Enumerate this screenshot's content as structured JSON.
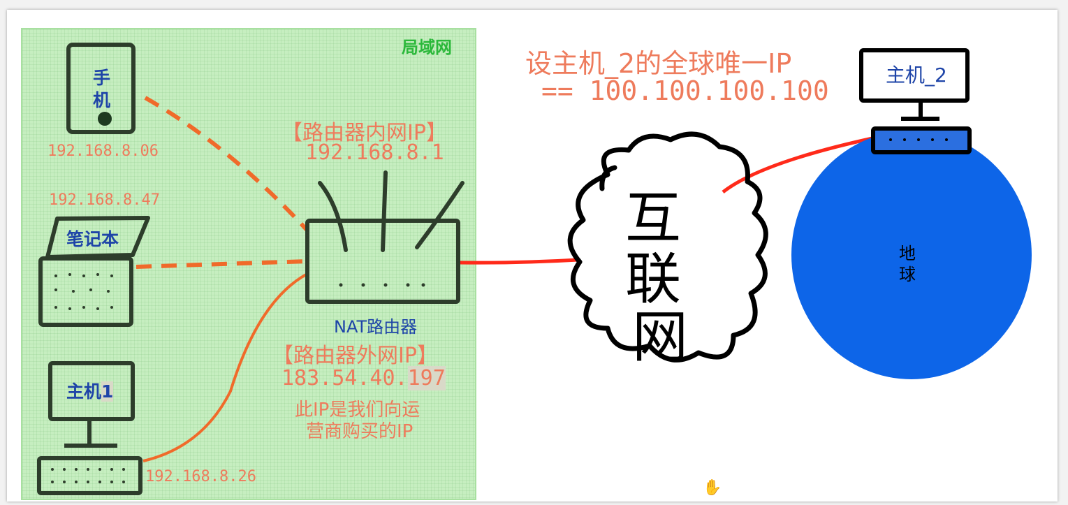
{
  "lan_label": "局域网",
  "devices": {
    "phone": {
      "label_line1": "手",
      "label_line2": "机",
      "ip": "192.168.8.06"
    },
    "laptop": {
      "label": "笔记本",
      "ip": "192.168.8.47"
    },
    "host1": {
      "label_main": "主机",
      "label_num": "1",
      "ip": "192.168.8.26"
    },
    "host2": {
      "label": "主机_2"
    }
  },
  "router": {
    "inner_ip_title": "【路由器内网IP】",
    "inner_ip": "192.168.8.1",
    "label": "NAT路由器",
    "outer_ip_title": "【路由器外网IP】",
    "outer_ip_main": "183.54.40.",
    "outer_ip_last": "197",
    "note_line1": "此IP是我们向运",
    "note_line2": "营商购买的IP"
  },
  "headline": {
    "line1": "设主机_2的全球唯一IP",
    "line2": "== 100.100.100.100"
  },
  "internet": {
    "char1": "互",
    "char2": "联",
    "char3": "网"
  },
  "earth": {
    "char1": "地",
    "char2": "球"
  },
  "colors": {
    "lan_bg": "#c6eec0",
    "ip_text": "#ee7b5c",
    "device_label": "#1e44a8",
    "earth": "#0d65e8",
    "red_link": "#ff2a1a",
    "orange_link": "#f06a2a",
    "outline": "#2d3d2b"
  },
  "icons": {
    "cursor": "hand-cursor-icon"
  }
}
